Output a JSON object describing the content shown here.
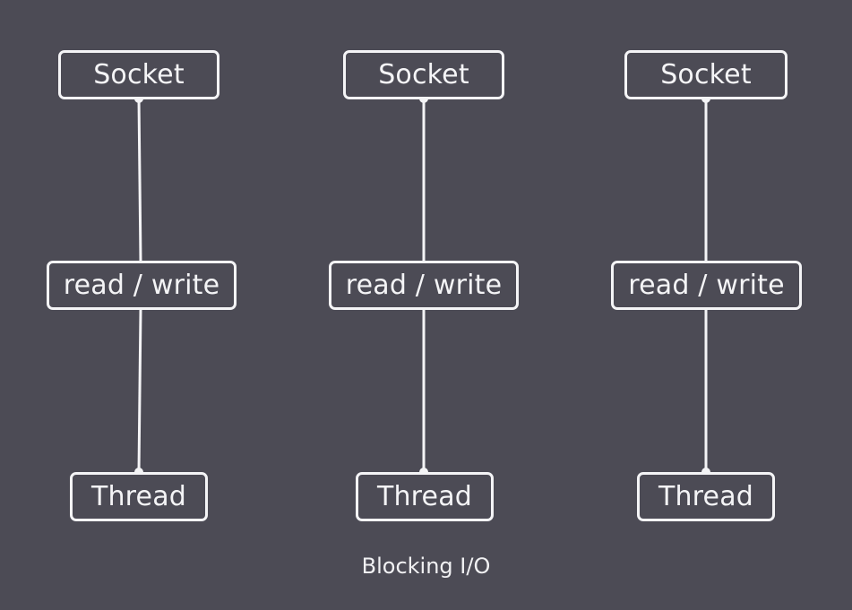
{
  "colors": {
    "background": "#4c4b55",
    "foreground": "#f4f4f6"
  },
  "columns": [
    {
      "socket": "Socket",
      "operation": "read / write",
      "thread": "Thread"
    },
    {
      "socket": "Socket",
      "operation": "read / write",
      "thread": "Thread"
    },
    {
      "socket": "Socket",
      "operation": "read / write",
      "thread": "Thread"
    }
  ],
  "caption": "Blocking I/O"
}
